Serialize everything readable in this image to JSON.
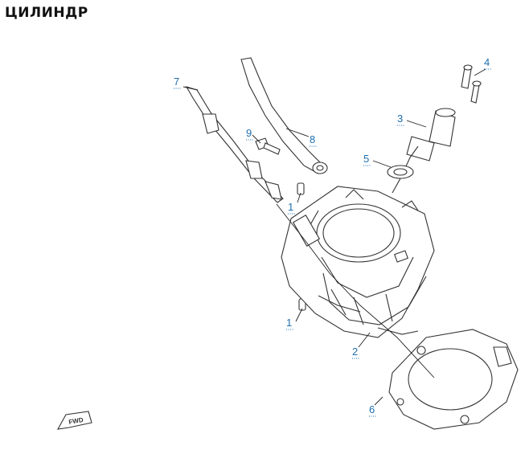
{
  "title": "ЦИЛИНДР",
  "callouts": [
    {
      "id": "c7",
      "label": "7"
    },
    {
      "id": "c9",
      "label": "9"
    },
    {
      "id": "c8",
      "label": "8"
    },
    {
      "id": "c3",
      "label": "3"
    },
    {
      "id": "c4",
      "label": "4"
    },
    {
      "id": "c5",
      "label": "5"
    },
    {
      "id": "c1a",
      "label": "1"
    },
    {
      "id": "c1b",
      "label": "1"
    },
    {
      "id": "c2",
      "label": "2"
    },
    {
      "id": "c6",
      "label": "6"
    }
  ],
  "direction_marker": {
    "text": "FWD"
  },
  "accent_color": "#1f6fb0"
}
